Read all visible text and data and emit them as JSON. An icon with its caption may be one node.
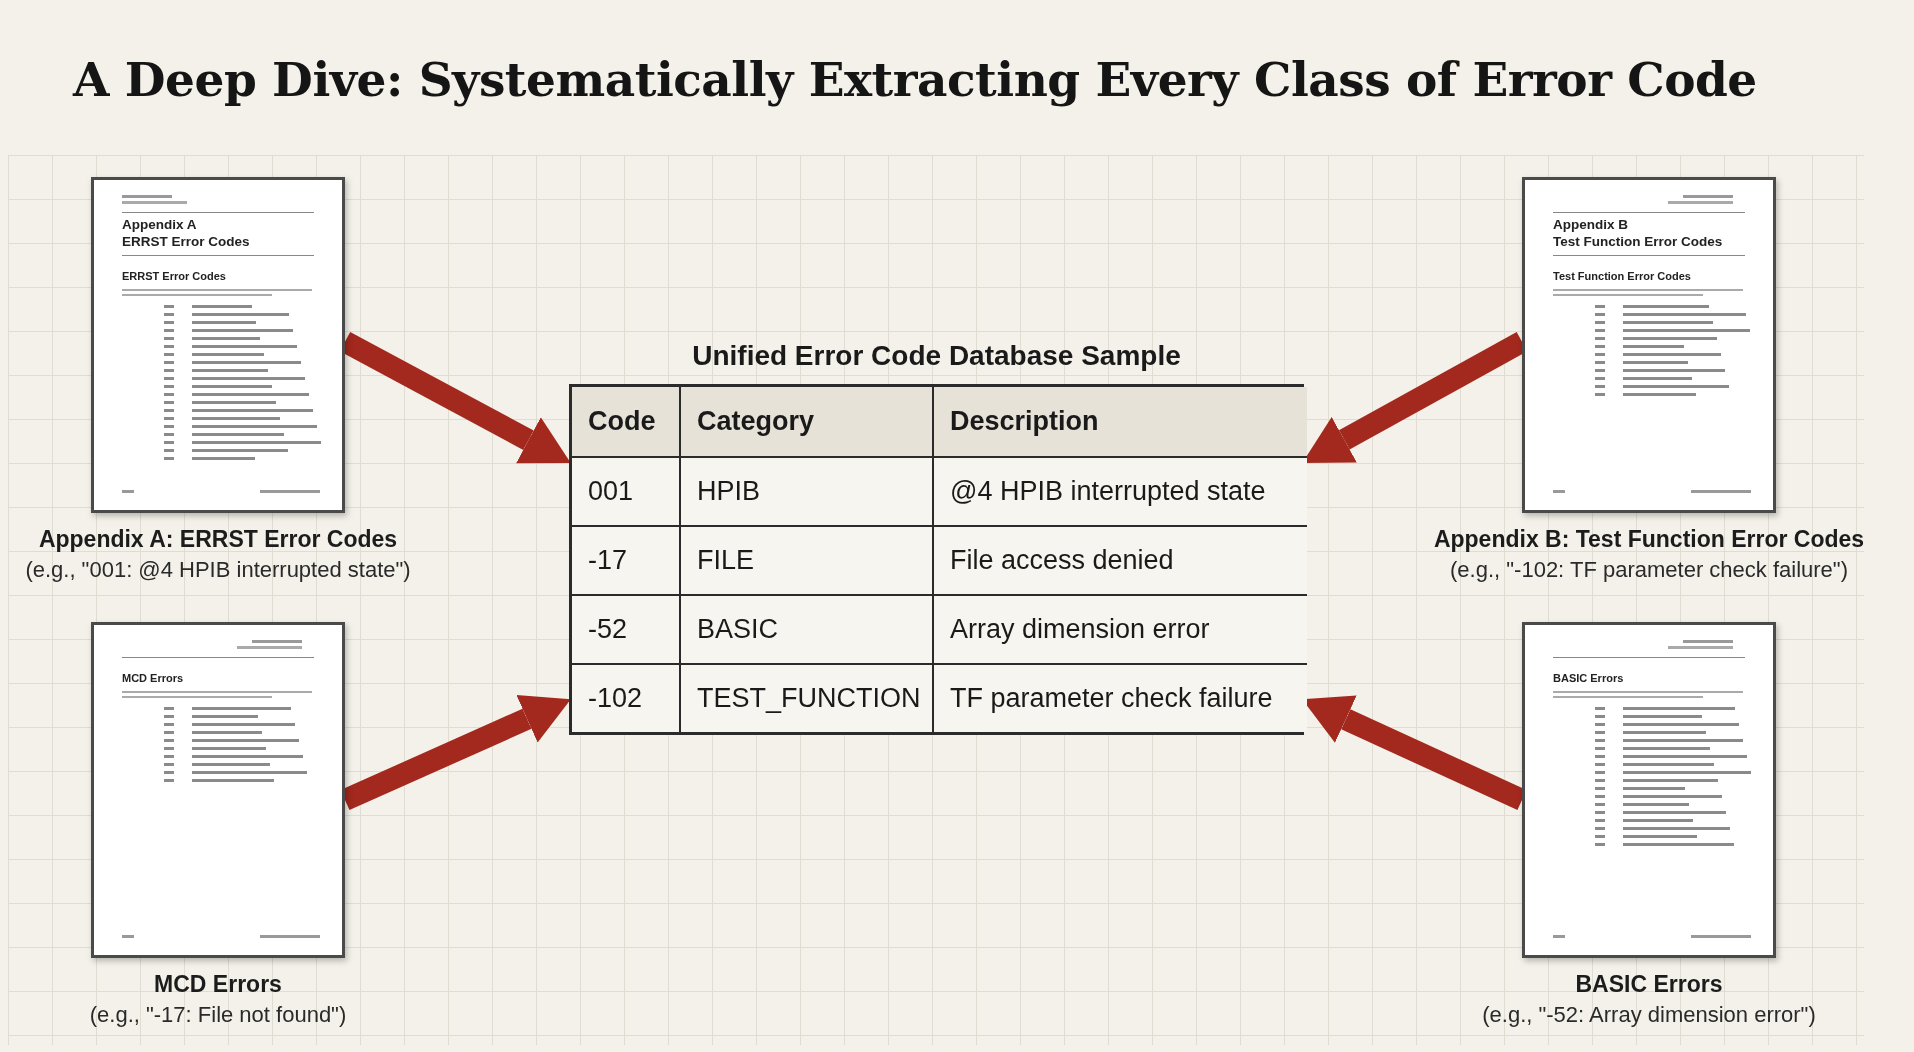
{
  "diagram": {
    "title": "A Deep Dive: Systematically Extracting Every Class of Error Code",
    "nodes": [
      {
        "text": [
          "Appendix A",
          "ERRST Error Codes",
          "ERRST Error Codes"
        ],
        "beside": [
          "Appendix A: ERRST Error Codes",
          "(e.g., \"001: @4 HPIB interrupted state\")"
        ]
      },
      {
        "text": [
          "Unified Error Code Database Sample"
        ]
      },
      {
        "text": [
          "Appendix B",
          "Test Function Error Codes",
          "Test Function Error Codes"
        ],
        "beside": [
          "Appendix B: Test Function Error Codes",
          "(e.g., \"-102: TF parameter check failure\")"
        ]
      },
      {
        "text": [
          "MCD Errors"
        ],
        "beside": [
          "MCD Errors",
          "(e.g., \"-17: File not found\")"
        ]
      },
      {
        "text": [
          "BASIC Errors"
        ],
        "beside": [
          "BASIC Errors",
          "(e.g., \"-52: Array dimension error\")"
        ]
      }
    ],
    "edges": [
      {
        "from": 0,
        "to": 1,
        "arrow": "to"
      },
      {
        "from": 2,
        "to": 1,
        "arrow": "to"
      },
      {
        "from": 3,
        "to": 1,
        "arrow": "to"
      },
      {
        "from": 4,
        "to": 1,
        "arrow": "to"
      }
    ],
    "labels": [
      "Code",
      "Category",
      "Description",
      "001",
      "HPIB",
      "@4 HPIB interrupted state",
      "-17",
      "FILE",
      "File access denied",
      "-52",
      "BASIC",
      "Array dimension error",
      "-102",
      "TEST_FUNCTION",
      "TF parameter check failure"
    ]
  }
}
